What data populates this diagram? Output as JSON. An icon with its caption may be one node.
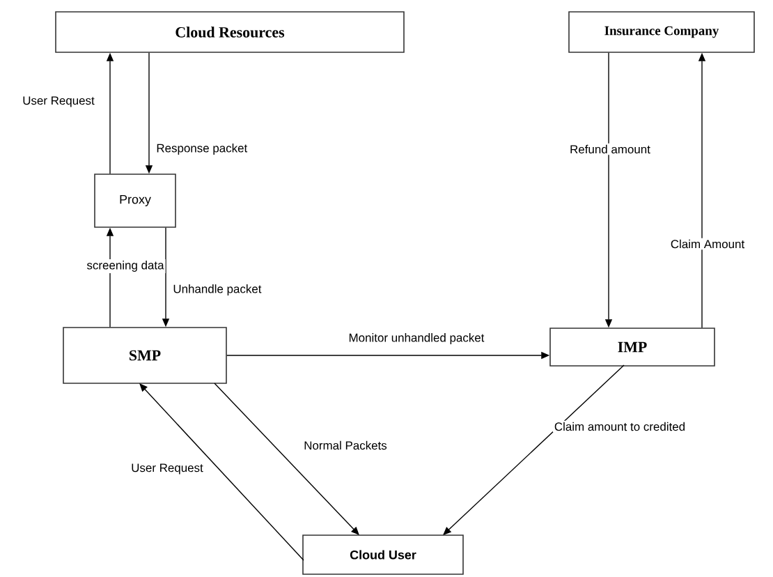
{
  "diagram": {
    "nodes": [
      {
        "text": [
          "Cloud Resources"
        ]
      },
      {
        "text": [
          "Insurance Company"
        ]
      },
      {
        "text": [
          "Proxy"
        ]
      },
      {
        "text": [
          "SMP"
        ]
      },
      {
        "text": [
          "IMP"
        ]
      },
      {
        "text": [
          "Cloud User"
        ]
      }
    ],
    "edges": [
      {
        "from": 2,
        "to": 0,
        "arrow": "to",
        "label": "User Request"
      },
      {
        "from": 0,
        "to": 2,
        "arrow": "to",
        "label": "Response packet"
      },
      {
        "from": 3,
        "to": 2,
        "arrow": "to",
        "label": "screening data"
      },
      {
        "from": 2,
        "to": 3,
        "arrow": "to",
        "label": "Unhandle packet"
      },
      {
        "from": 3,
        "to": 4,
        "arrow": "to",
        "label": "Monitor unhandled packet"
      },
      {
        "from": 1,
        "to": 4,
        "arrow": "to",
        "label": "Refund amount"
      },
      {
        "from": 4,
        "to": 1,
        "arrow": "to",
        "label": "Claim Amount"
      },
      {
        "from": 5,
        "to": 3,
        "arrow": "to",
        "label": "User Request"
      },
      {
        "from": 3,
        "to": 5,
        "arrow": "to",
        "label": "Normal Packets"
      },
      {
        "from": 4,
        "to": 5,
        "arrow": "to",
        "label": "Claim amount to credited"
      }
    ]
  }
}
